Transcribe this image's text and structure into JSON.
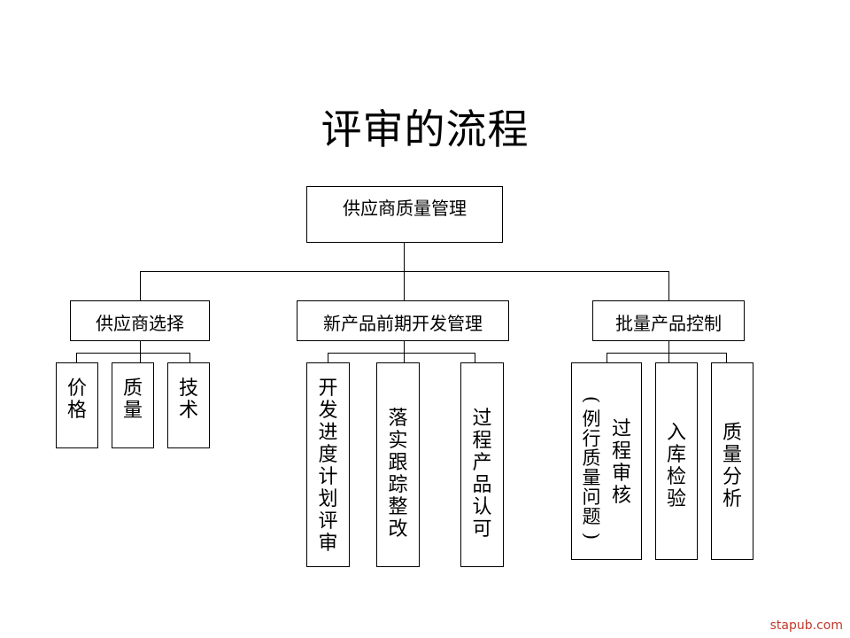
{
  "title": "评审的流程",
  "root": "供应商质量管理",
  "branches": [
    {
      "label": "供应商选择",
      "children": [
        "价格",
        "质量",
        "技术"
      ]
    },
    {
      "label": "新产品前期开发管理",
      "children": [
        "开发进度计划评审",
        "落实跟踪整改",
        "过程产品认可"
      ]
    },
    {
      "label": "批量产品控制",
      "children": [
        "过程审核",
        "入库检验",
        "质量分析"
      ]
    }
  ],
  "routine_note": {
    "open": "(",
    "text": "例行质量问题",
    "close": ")"
  },
  "watermark": "stapub.com",
  "colors": {
    "line": "#000000",
    "watermark": "#c0392b"
  }
}
